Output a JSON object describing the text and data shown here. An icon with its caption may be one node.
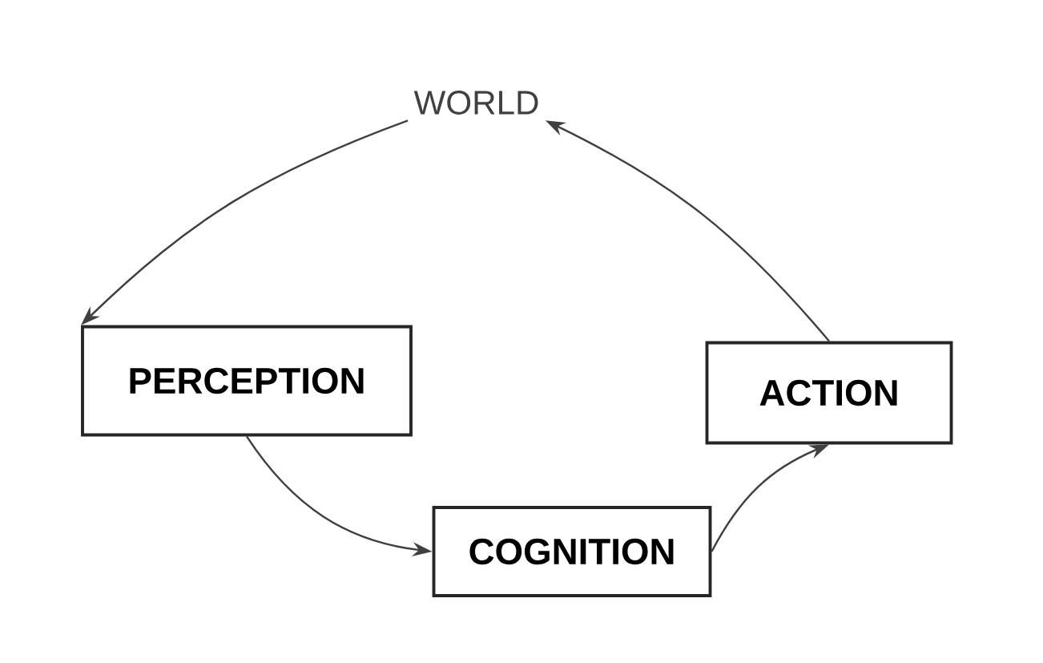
{
  "diagram": {
    "nodes": [
      {
        "text": [
          "WORLD"
        ]
      },
      {
        "text": [
          "PERCEPTION"
        ]
      },
      {
        "text": [
          "ACTION"
        ]
      },
      {
        "text": [
          "COGNITION"
        ]
      }
    ],
    "edges": [
      {
        "from": 0,
        "to": 1,
        "arrow": "to"
      },
      {
        "from": 1,
        "to": 3,
        "arrow": "to"
      },
      {
        "from": 3,
        "to": 2,
        "arrow": "to"
      },
      {
        "from": 2,
        "to": 0,
        "arrow": "to"
      }
    ]
  }
}
